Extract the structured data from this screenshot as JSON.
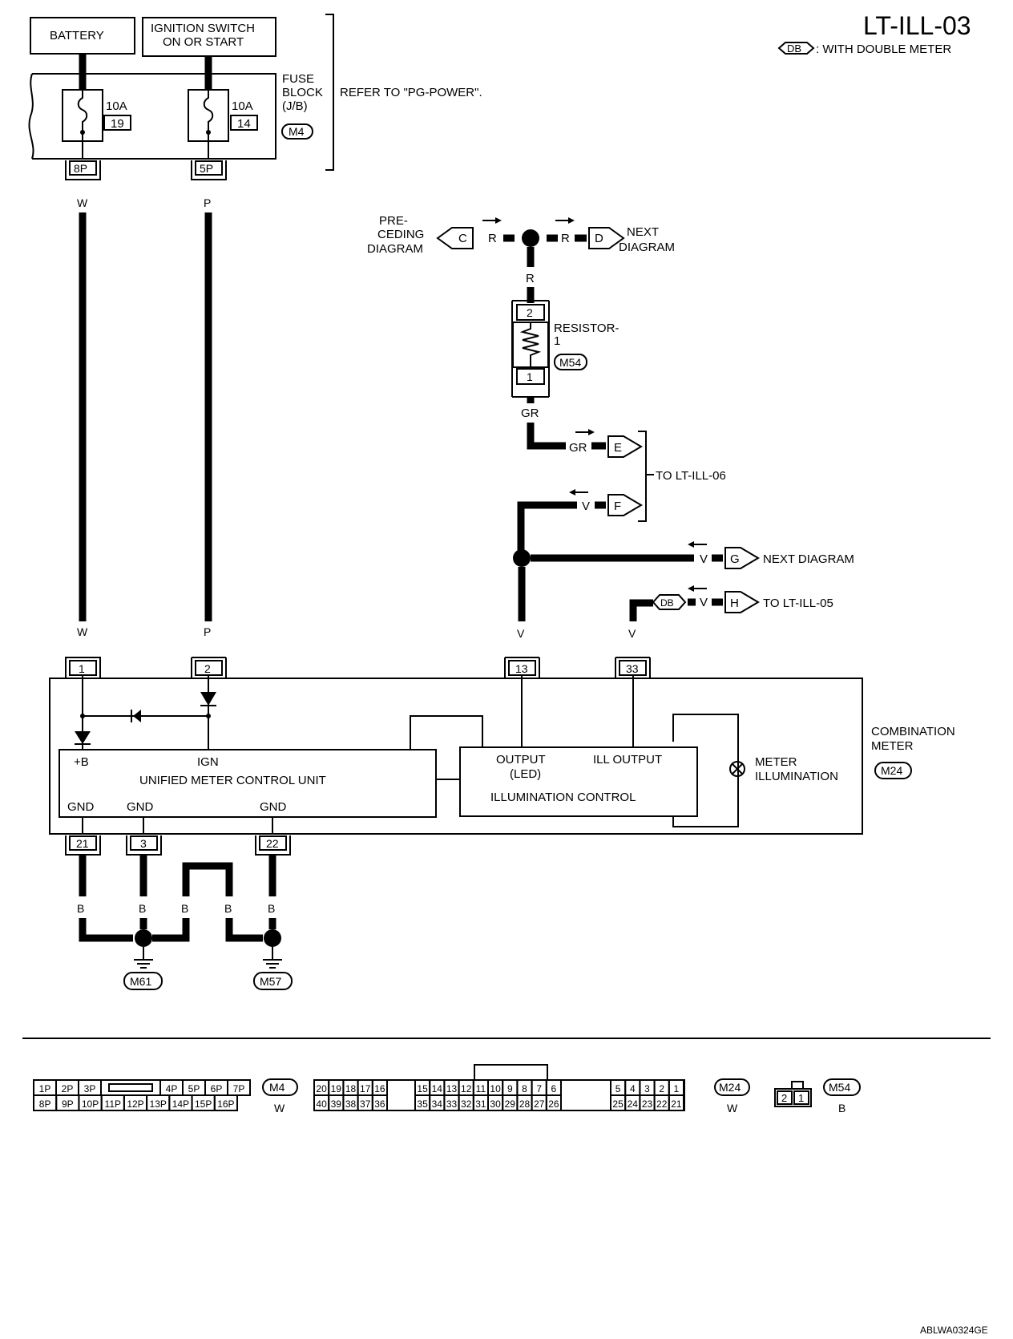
{
  "title": "LT-ILL-03",
  "legend": {
    "tag": "DB",
    "text": ": WITH DOUBLE METER"
  },
  "power": {
    "battery": "BATTERY",
    "ignition_line1": "IGNITION SWITCH",
    "ignition_line2": "ON OR START"
  },
  "fuse_block": {
    "line1": "FUSE",
    "line2": "BLOCK",
    "line3": "(J/B)",
    "connector": "M4",
    "refer": "REFER TO \"PG-POWER\".",
    "fuses": [
      {
        "amps": "10A",
        "number": "19",
        "terminal": "8P",
        "wire": "W"
      },
      {
        "amps": "10A",
        "number": "14",
        "terminal": "5P",
        "wire": "P"
      }
    ]
  },
  "connectors_top": {
    "preceding_line1": "PRE-",
    "preceding_line2": "CEDING",
    "preceding_line3": "DIAGRAM",
    "next_line1": "NEXT",
    "next_line2": "DIAGRAM",
    "c": "C",
    "d": "D",
    "e": "E",
    "f": "F",
    "g": "G",
    "h": "H",
    "wire_r": "R",
    "wire_gr": "GR",
    "wire_v": "V"
  },
  "resistor": {
    "label_line1": "RESISTOR-",
    "label_line2": "1",
    "connector": "M54",
    "pin_top": "2",
    "pin_bottom": "1"
  },
  "refs": {
    "to_lt_ill_06": "TO LT-ILL-06",
    "next_diagram": "NEXT DIAGRAM",
    "to_lt_ill_05": "TO LT-ILL-05",
    "db": "DB"
  },
  "meter": {
    "name_line1": "COMBINATION",
    "name_line2": "METER",
    "connector": "M24",
    "pins_top": [
      "1",
      "2",
      "13",
      "33"
    ],
    "wires_top": [
      "W",
      "P",
      "V",
      "V"
    ],
    "unit_pos": "+B",
    "unit_ign": "IGN",
    "unit_name": "UNIFIED METER CONTROL UNIT",
    "gnd": "GND",
    "illum_output_line1": "OUTPUT",
    "illum_output_line2": "(LED)",
    "illum_ill_output": "ILL OUTPUT",
    "illum_name": "ILLUMINATION CONTROL",
    "meter_illum_line1": "METER",
    "meter_illum_line2": "ILLUMINATION",
    "pins_bottom": [
      "21",
      "3",
      "22"
    ]
  },
  "ground": {
    "wire_b": "B",
    "g1": "M61",
    "g2": "M57"
  },
  "footer_connectors": {
    "m4": {
      "id": "M4",
      "color": "W",
      "row1": [
        "1P",
        "2P",
        "3P",
        "4P",
        "5P",
        "6P",
        "7P"
      ],
      "row2": [
        "8P",
        "9P",
        "10P",
        "11P",
        "12P",
        "13P",
        "14P",
        "15P",
        "16P"
      ]
    },
    "m24": {
      "id": "M24",
      "color": "W",
      "row1_a": [
        "20",
        "19",
        "18",
        "17",
        "16"
      ],
      "row1_b": [
        "15",
        "14",
        "13",
        "12",
        "11",
        "10",
        "9",
        "8",
        "7",
        "6"
      ],
      "row1_c": [
        "5",
        "4",
        "3",
        "2",
        "1"
      ],
      "row2_a": [
        "40",
        "39",
        "38",
        "37",
        "36"
      ],
      "row2_b": [
        "35",
        "34",
        "33",
        "32",
        "31",
        "30",
        "29",
        "28",
        "27",
        "26"
      ],
      "row2_c": [
        "25",
        "24",
        "23",
        "22",
        "21"
      ]
    },
    "m54": {
      "id": "M54",
      "color": "B",
      "pins": [
        "2",
        "1"
      ]
    }
  },
  "code": "ABLWA0324GE"
}
